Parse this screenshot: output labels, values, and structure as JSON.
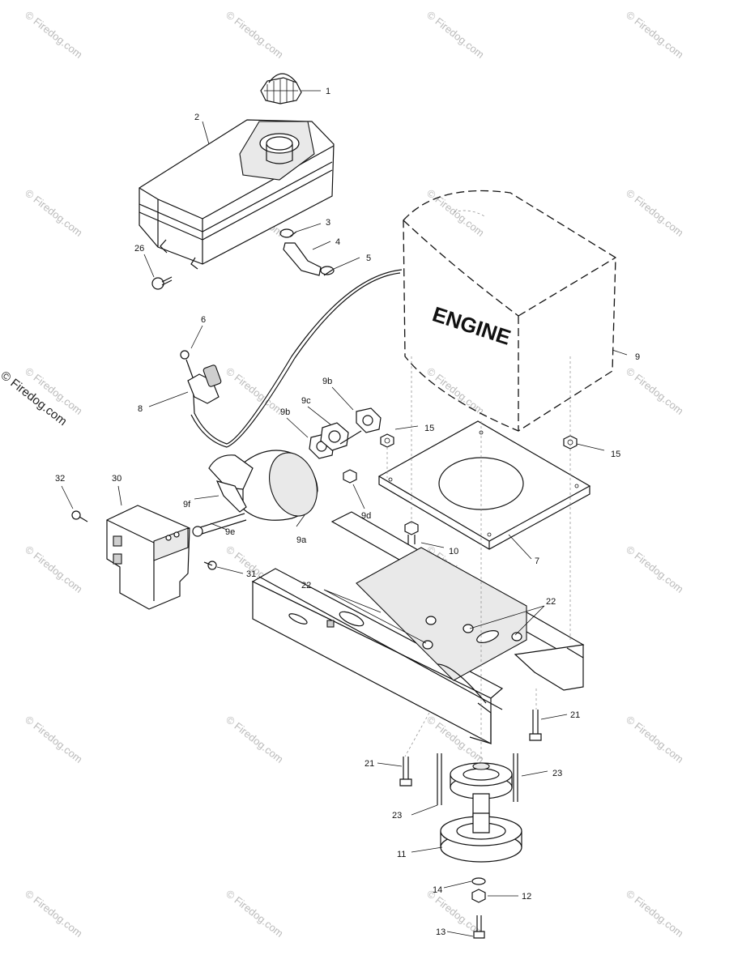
{
  "diagram": {
    "engine_label": "ENGINE",
    "copyright_notice": "© Firedog.com",
    "watermark_text": "© Firedog.com",
    "part_labels": [
      "1",
      "2",
      "3",
      "4",
      "5",
      "26",
      "6",
      "8",
      "9",
      "9b",
      "9c",
      "9b",
      "15",
      "15",
      "32",
      "30",
      "9f",
      "9e",
      "9a",
      "9d",
      "10",
      "7",
      "31",
      "22",
      "22",
      "21",
      "21",
      "23",
      "23",
      "11",
      "14",
      "12",
      "13"
    ]
  }
}
